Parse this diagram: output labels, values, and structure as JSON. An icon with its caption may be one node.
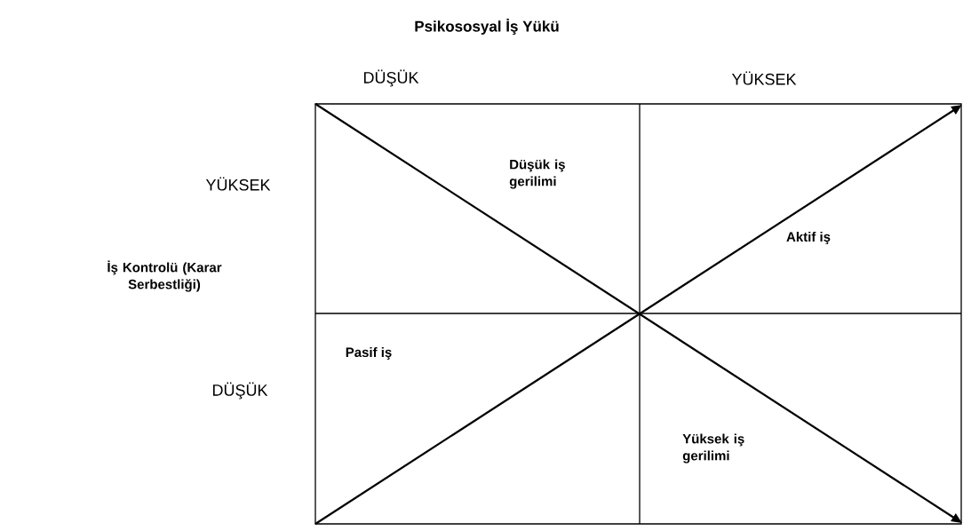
{
  "diagram": {
    "title": "Psikososyal İş Yükü",
    "labels": [
      "DÜŞÜK",
      "YÜKSEK",
      "YÜKSEK",
      "Düşük iş gerilimi",
      "İş Kontrolü (Karar Serbestliği)",
      "Aktif iş",
      "Pasif iş",
      "DÜŞÜK",
      "Yüksek iş gerilimi"
    ]
  }
}
